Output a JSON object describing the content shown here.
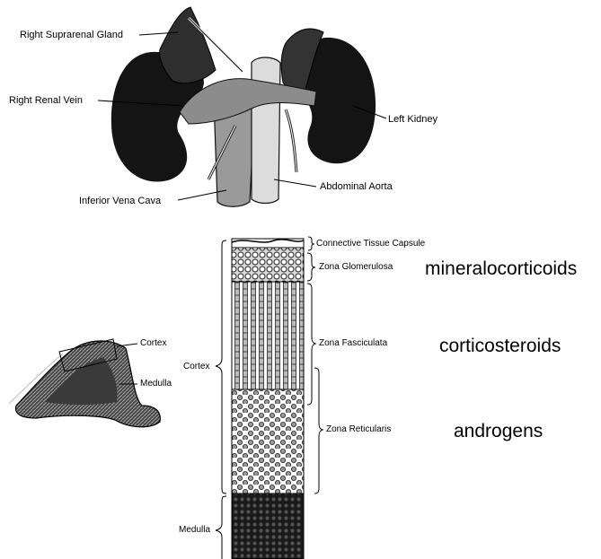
{
  "kidney_labels": {
    "right_suprarenal_gland": "Right Suprarenal Gland",
    "right_renal_vein": "Right Renal Vein",
    "left_kidney": "Left Kidney",
    "inferior_vena_cava": "Inferior Vena Cava",
    "abdominal_aorta": "Abdominal Aorta"
  },
  "section_labels": {
    "cortex": "Cortex",
    "medulla": "Medulla"
  },
  "zone_labels": {
    "connective_tissue_capsule": "Connective Tissue Capsule",
    "zona_glomerulosa": "Zona Glomerulosa",
    "zona_fasciculata": "Zona Fasciculata",
    "zona_reticularis": "Zona Reticularis",
    "cortex": "Cortex",
    "medulla": "Medulla"
  },
  "hormone_labels": {
    "mineralocorticoids": "mineralocorticoids",
    "corticosteroids": "corticosteroids",
    "androgens": "androgens"
  }
}
